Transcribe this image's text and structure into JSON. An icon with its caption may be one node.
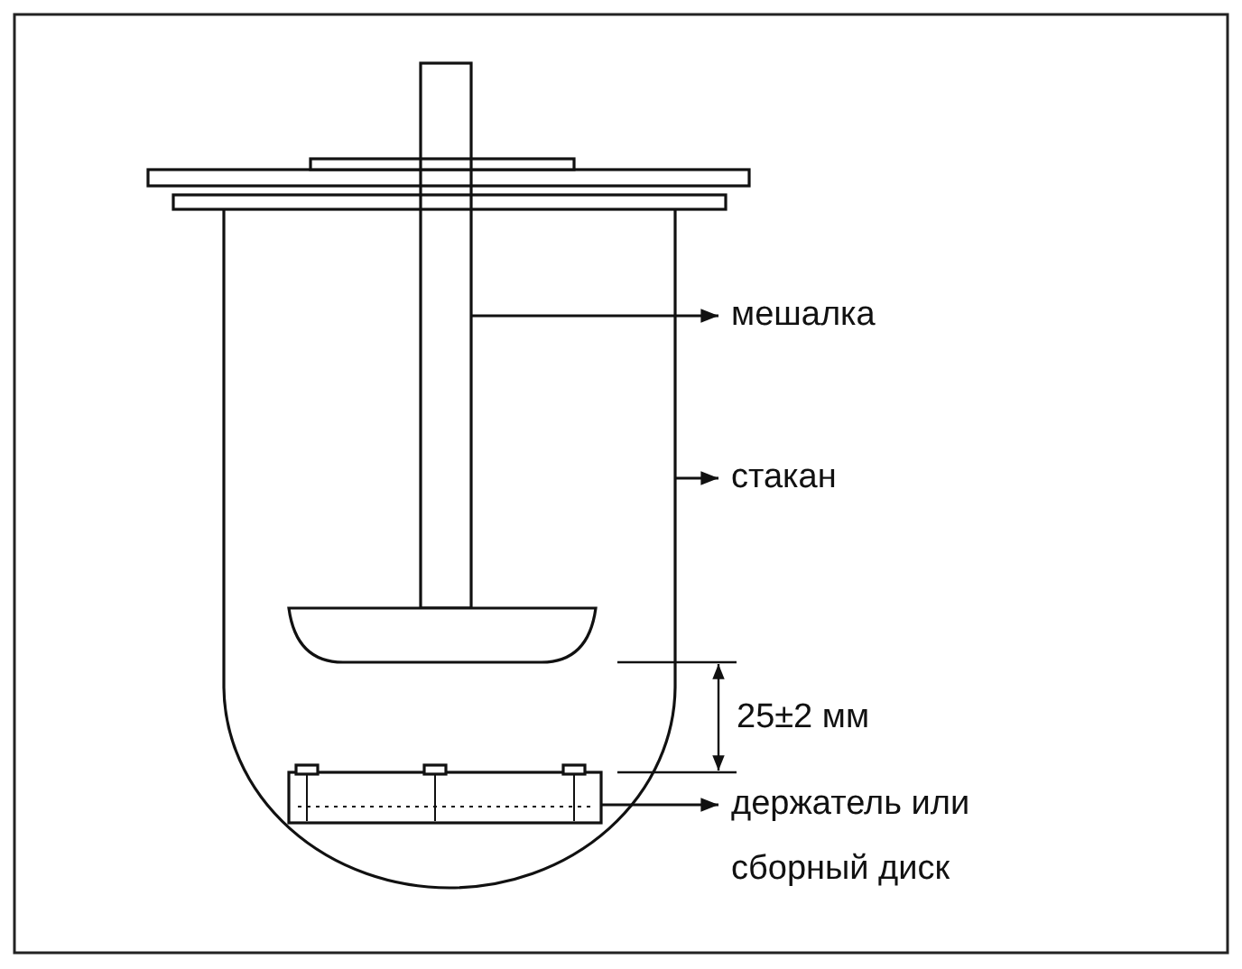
{
  "diagram": {
    "nodes": [
      {
        "text": [],
        "shape": "picture"
      },
      {
        "text": [
          "мешалка"
        ]
      },
      {
        "text": [],
        "shape": "picture"
      },
      {
        "text": [
          "стакан"
        ]
      },
      {
        "text": [],
        "shape": "picture",
        "in": 2
      },
      {
        "text": [
          "держатель или сборный диск"
        ]
      }
    ],
    "edges": [
      {
        "from": 0,
        "to": 1,
        "arrow": "to"
      },
      {
        "from": 2,
        "to": 3,
        "arrow": "to"
      },
      {
        "from": 4,
        "to": 5,
        "arrow": "to"
      }
    ],
    "labels": [
      "25±2 мм"
    ]
  }
}
